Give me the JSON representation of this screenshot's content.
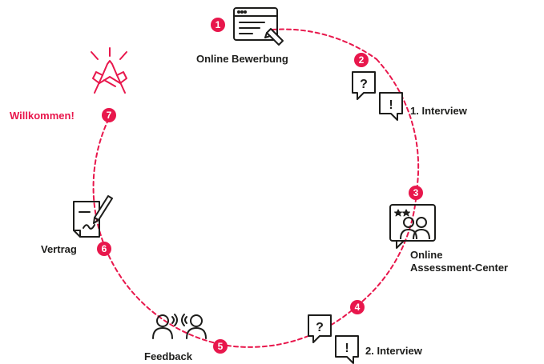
{
  "colors": {
    "accent": "#e8174c",
    "ink": "#1d1d1b"
  },
  "steps": [
    {
      "num": "1",
      "label": "Online Bewerbung",
      "icon": "browser-form-icon"
    },
    {
      "num": "2",
      "label": "1. Interview",
      "icon": "question-exclamation-chat-icon"
    },
    {
      "num": "3",
      "label_line1": "Online",
      "label_line2": "Assessment-Center",
      "icon": "video-conference-icon"
    },
    {
      "num": "4",
      "label": "2. Interview",
      "icon": "question-exclamation-chat-icon"
    },
    {
      "num": "5",
      "label": "Feedback",
      "icon": "two-people-talking-icon"
    },
    {
      "num": "6",
      "label": "Vertrag",
      "icon": "contract-signing-icon"
    },
    {
      "num": "7",
      "label": "Willkommen!",
      "icon": "handshake-celebration-icon"
    }
  ]
}
